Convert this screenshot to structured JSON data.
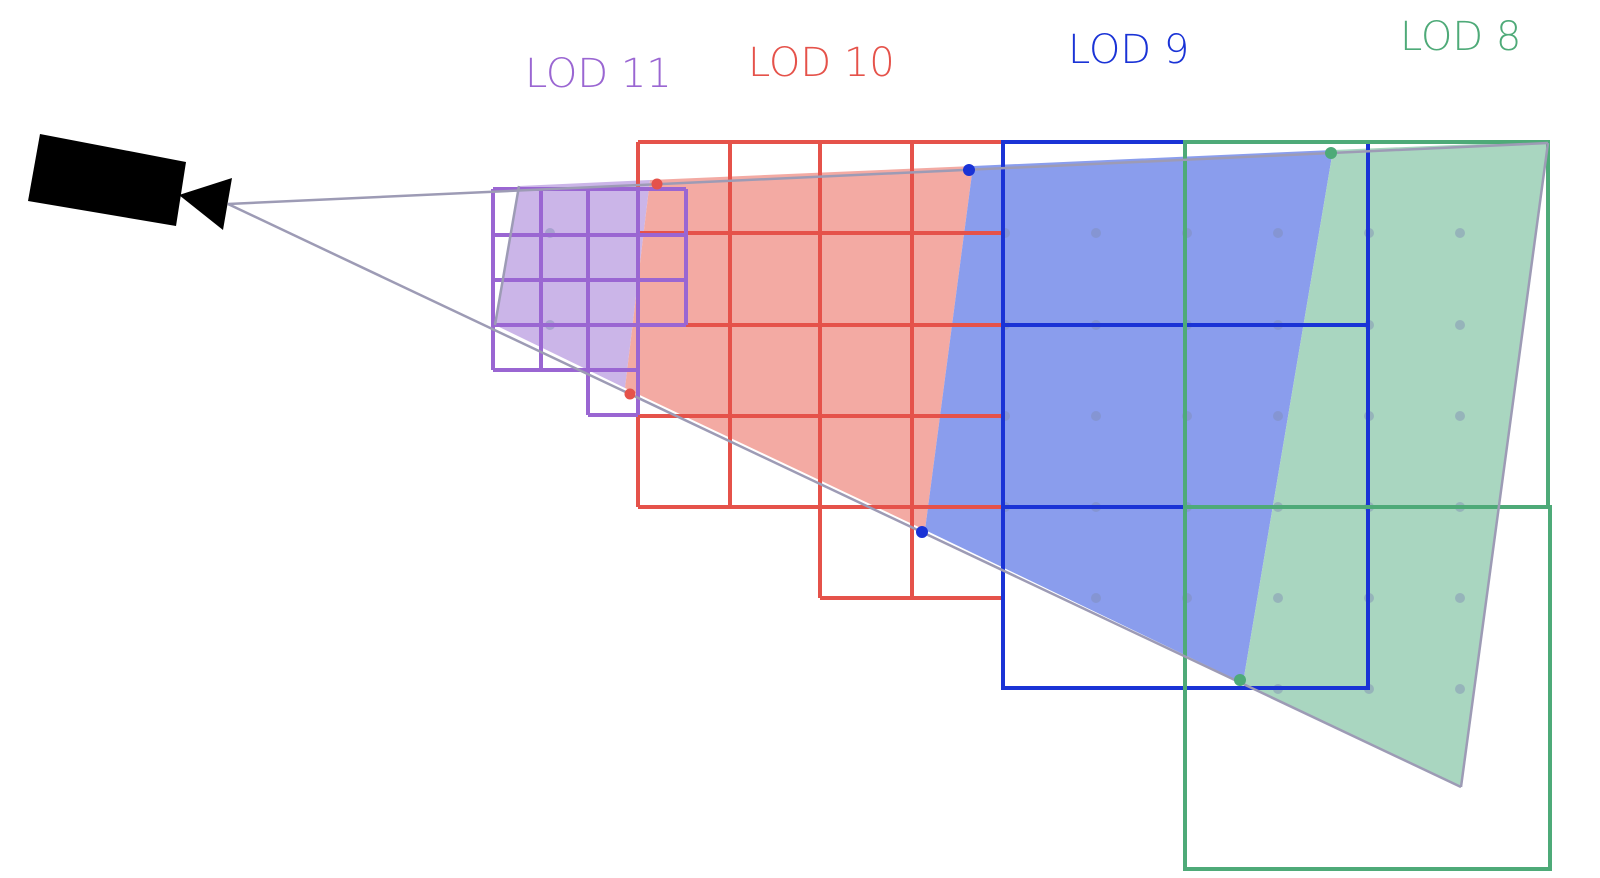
{
  "labels": {
    "lod11": "LOD 11",
    "lod10": "LOD 10",
    "lod9": "LOD 9",
    "lod8": "LOD 8"
  },
  "colors": {
    "lod11_stroke": "#9a66d2",
    "lod11_fill": "#cbb5e8",
    "lod10_stroke": "#e5524a",
    "lod10_fill": "#f3aaa3",
    "lod9_stroke": "#1a33d6",
    "lod9_fill": "#8a9ded",
    "lod8_stroke": "#4eaa78",
    "lod8_fill": "#a9d6c0",
    "frustum_line": "#9d9bb5",
    "camera": "#000000",
    "dots": "#7f8bb3"
  },
  "icons": {
    "camera": "camera-icon"
  }
}
